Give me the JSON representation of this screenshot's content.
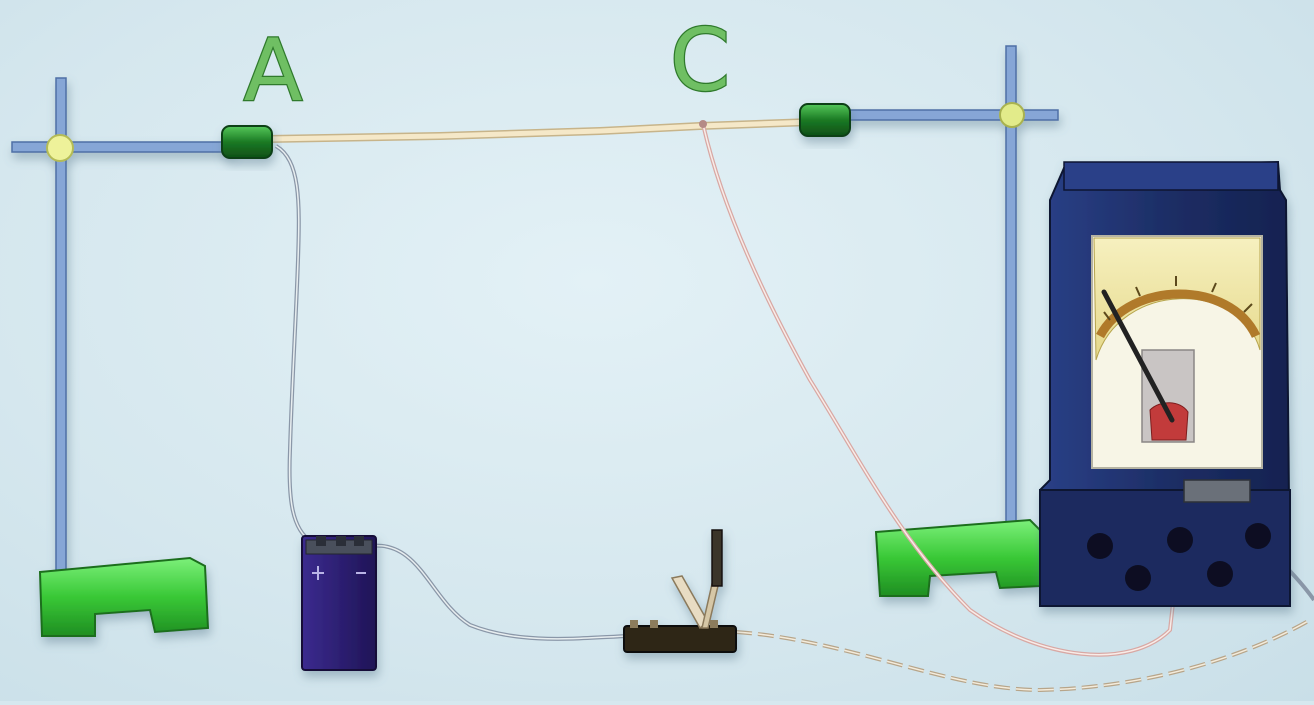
{
  "labels": {
    "point_a": "A",
    "point_c": "C"
  },
  "colors": {
    "background": "#d6e8ef",
    "rod": "#7f9fd0",
    "wire": "#f0dcb4",
    "clamp": "#1f8a2a",
    "stand_base": "#3fcf3a",
    "battery": "#2a1d6e",
    "meter_body": "#1d2e62",
    "meter_scale": "#efe6a4",
    "needle": "#2a2a2a"
  },
  "components": {
    "left_stand": "stand-left",
    "right_stand": "stand-right",
    "resistance_wire": "resistance-wire",
    "battery": "battery",
    "switch": "knife-switch",
    "galvanometer": "galvanometer"
  }
}
